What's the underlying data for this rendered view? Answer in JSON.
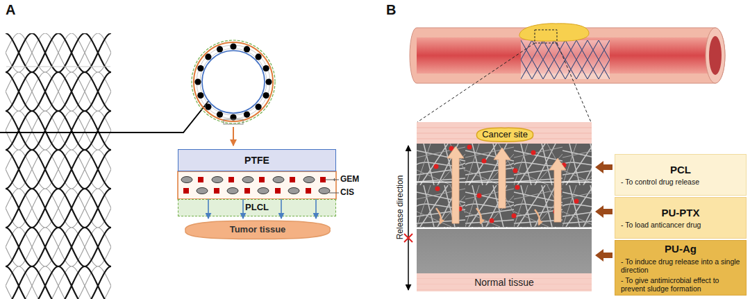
{
  "diagram": {
    "nodes": [
      {
        "text": [
          "PTFE"
        ]
      },
      {
        "text": [
          "PLCL"
        ]
      },
      {
        "text": [
          "Tumor tissue"
        ]
      },
      {
        "text": [
          "Cancer site"
        ]
      },
      {
        "text": [
          "PCL",
          "- To control drug release"
        ]
      },
      {
        "text": [
          "PU-PTX",
          "- To load anticancer drug"
        ]
      },
      {
        "text": [
          "PU-Ag",
          "- To induce drug release into a single direction",
          "- To give antimicrobial effect to prevent sludge formation"
        ]
      },
      {
        "text": [
          "Normal tissue"
        ]
      }
    ],
    "edges": [
      {
        "from": 1,
        "to": 2,
        "arrow": "to"
      },
      {
        "from": 1,
        "to": 2,
        "arrow": "to"
      },
      {
        "from": 1,
        "to": 2,
        "arrow": "to"
      },
      {
        "from": 1,
        "to": 2,
        "arrow": "to"
      }
    ],
    "labels": [
      "A",
      "GEM",
      "CIS",
      "B",
      "Release direction"
    ]
  }
}
